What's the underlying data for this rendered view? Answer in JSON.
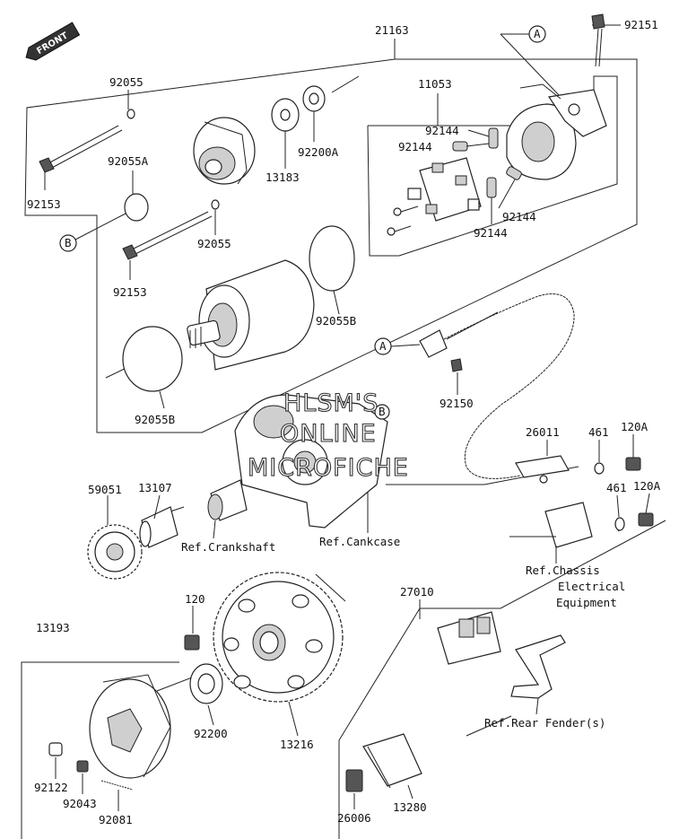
{
  "front_badge": "FRONT",
  "watermark": [
    "HLSM'S",
    "ONLINE",
    "MICROFICHE"
  ],
  "callouts": {
    "a": "A",
    "b": "B"
  },
  "parts": {
    "p21163": "21163",
    "p92151": "92151",
    "p11053": "11053",
    "p92055_top": "92055",
    "p92055A": "92055A",
    "p92153_top": "92153",
    "p13183": "13183",
    "p92200A": "92200A",
    "p92144_a": "92144",
    "p92144_b": "92144",
    "p92144_c": "92144",
    "p92144_d": "92144",
    "p92055_mid": "92055",
    "p92153_mid": "92153",
    "p92055B_right": "92055B",
    "p92055B_left": "92055B",
    "p92150": "92150",
    "p26011": "26011",
    "p461_a": "461",
    "p120A_a": "120A",
    "p461_b": "461",
    "p120A_b": "120A",
    "p59051": "59051",
    "p13107": "13107",
    "p27010": "27010",
    "p120": "120",
    "p13193": "13193",
    "p92200": "92200",
    "p13216": "13216",
    "p92122": "92122",
    "p92043": "92043",
    "p92081": "92081",
    "p26006": "26006",
    "p13280": "13280"
  },
  "refs": {
    "crankshaft": "Ref.Crankshaft",
    "crankcase": "Ref.Cankcase",
    "chassis_1": "Ref.Chassis",
    "chassis_2": "Electrical",
    "chassis_3": "Equipment",
    "rear_fender": "Ref.Rear Fender(s)"
  }
}
